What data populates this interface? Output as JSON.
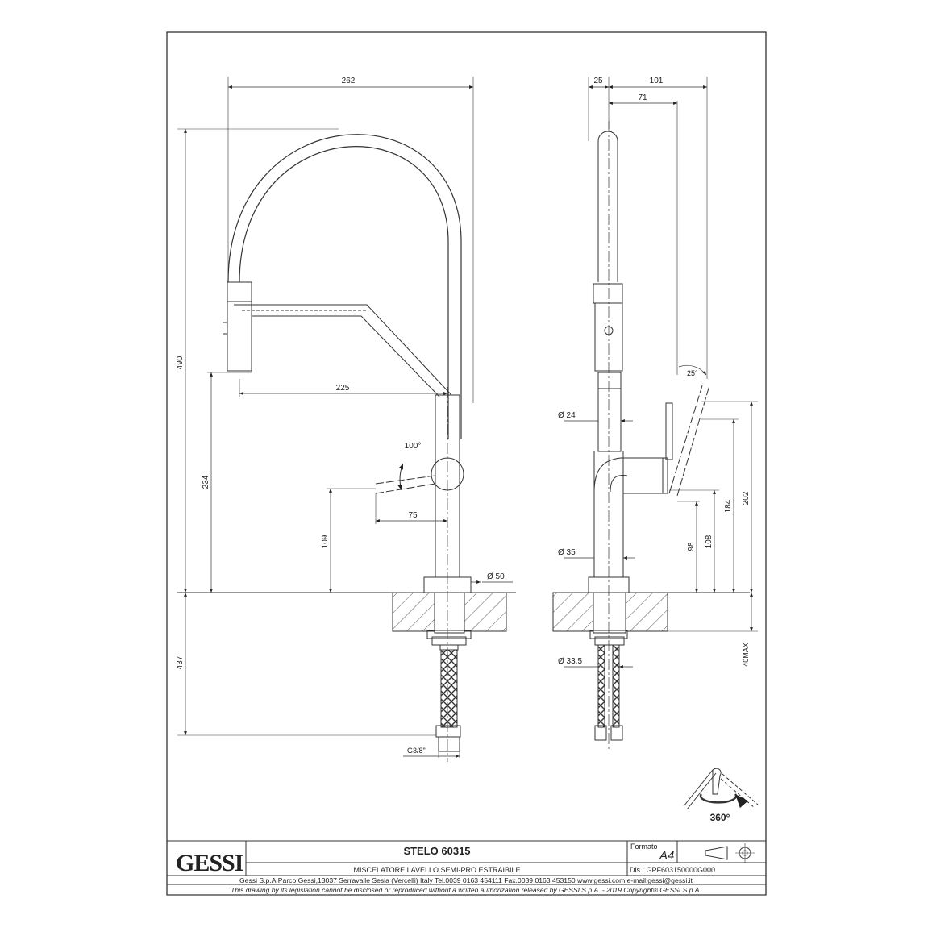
{
  "title_block": {
    "brand": "GESSI",
    "product": "STELO 60315",
    "description": "MISCELATORE LAVELLO SEMI-PRO ESTRAIBILE",
    "formato_label": "Formato",
    "formato_value": "A4",
    "dis": "Dis.: GPF603150000G000",
    "address": "Gessi S.p.A.Parco Gessi,13037 Serravalle Sesia (Vercelli) Italy Tel.0039 0163 454111 Fax.0039 0163 453150 www.gessi.com e-mail:gessi@gessi.it",
    "copyright": "This drawing by its legislation cannot be disclosed or reproduced without a written authorization released by GESSI S.p.A. - 2019 Copyright® GESSI S.p.A."
  },
  "front_view": {
    "dim_width": "262",
    "dim_height": "490",
    "dim_reach": "225",
    "dim_angle": "100°",
    "dim_234": "234",
    "dim_109": "109",
    "dim_75": "75",
    "dim_base": "Ø 50",
    "dim_437": "437",
    "dim_thread": "G3/8\""
  },
  "side_view": {
    "dim_25": "25",
    "dim_101": "101",
    "dim_71": "71",
    "dim_25deg": "25°",
    "dim_d24": "Ø 24",
    "dim_d35": "Ø 35",
    "dim_d335": "Ø 33.5",
    "dim_202": "202",
    "dim_184": "184",
    "dim_108": "108",
    "dim_98": "98",
    "dim_40max": "40MAX"
  },
  "rotation_label": "360°"
}
